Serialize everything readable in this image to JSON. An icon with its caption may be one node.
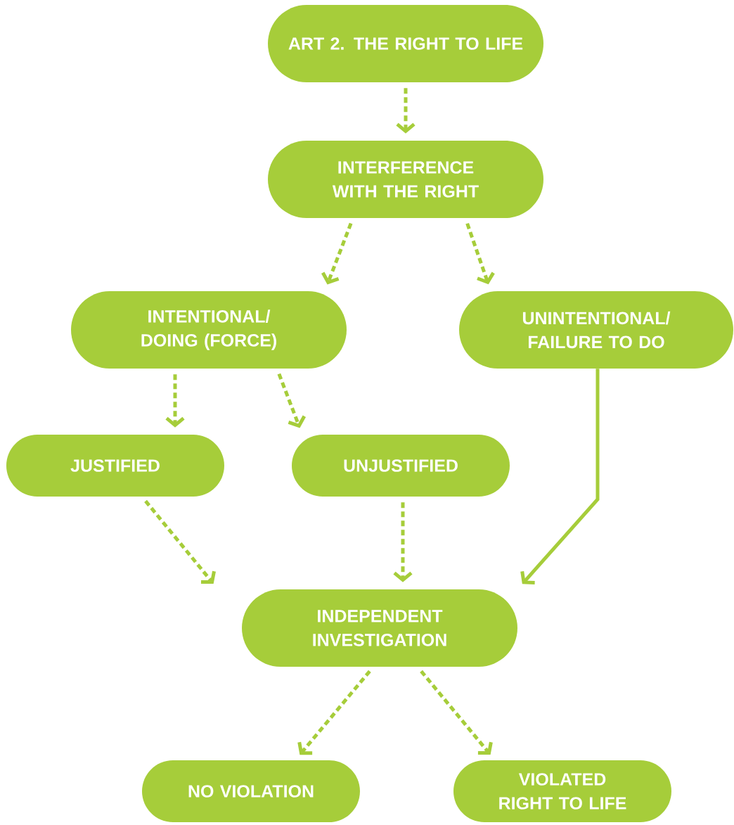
{
  "diagram": {
    "nodes": [
      {
        "text": [
          "ART 2. THE RIGHT TO LIFE"
        ]
      },
      {
        "text": [
          "INTERFERENCE WITH THE RIGHT"
        ]
      },
      {
        "text": [
          "INTENTIONAL/ DOING (FORCE)"
        ]
      },
      {
        "text": [
          "UNINTENTIONAL/ FAILURE TO DO"
        ]
      },
      {
        "text": [
          "JUSTIFIED"
        ]
      },
      {
        "text": [
          "UNJUSTIFIED"
        ]
      },
      {
        "text": [
          "INDEPENDENT INVESTIGATION"
        ]
      },
      {
        "text": [
          "NO VIOLATION"
        ]
      },
      {
        "text": [
          "VIOLATED RIGHT TO LIFE"
        ]
      }
    ],
    "edges": [
      {
        "from": 0,
        "to": 1,
        "arrow": "to",
        "style": "dashed"
      },
      {
        "from": 1,
        "to": 2,
        "arrow": "to",
        "style": "dashed"
      },
      {
        "from": 1,
        "to": 3,
        "arrow": "to",
        "style": "dashed"
      },
      {
        "from": 2,
        "to": 4,
        "arrow": "to",
        "style": "dashed"
      },
      {
        "from": 2,
        "to": 5,
        "arrow": "to",
        "style": "dashed"
      },
      {
        "from": 4,
        "to": 6,
        "arrow": "to",
        "style": "dashed"
      },
      {
        "from": 5,
        "to": 6,
        "arrow": "to",
        "style": "dashed"
      },
      {
        "from": 3,
        "to": 6,
        "arrow": "to"
      },
      {
        "from": 6,
        "to": 7,
        "arrow": "to",
        "style": "dashed"
      },
      {
        "from": 6,
        "to": 8,
        "arrow": "to",
        "style": "dashed"
      }
    ]
  }
}
